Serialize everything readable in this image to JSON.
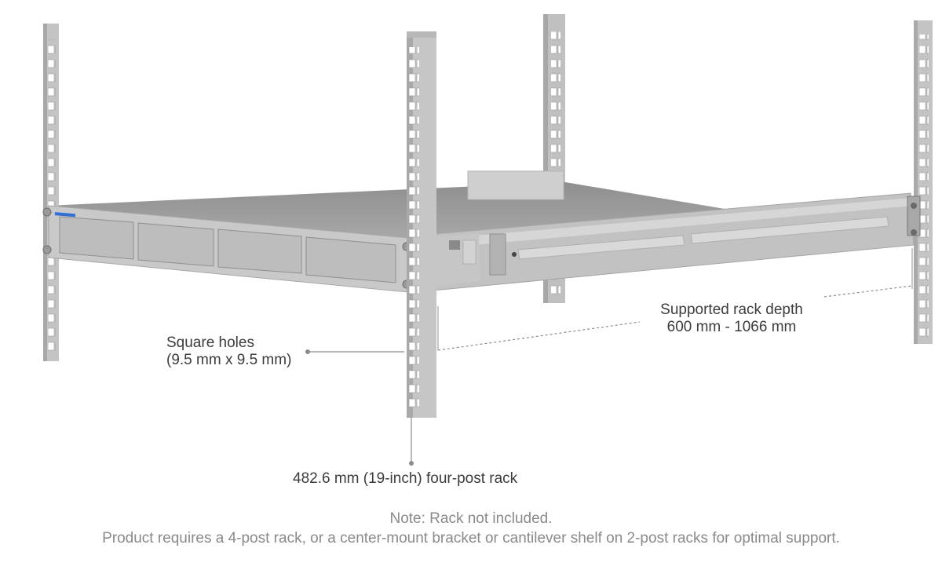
{
  "callouts": {
    "square_holes": {
      "line1": "Square holes",
      "line2": "(9.5 mm x 9.5 mm)"
    },
    "rack_depth": {
      "line1": "Supported rack depth",
      "line2": "600 mm - 1066 mm"
    },
    "rack_width": {
      "text": "482.6 mm (19-inch) four-post rack"
    }
  },
  "footer": {
    "note": "Note: Rack not included.",
    "requirement": "Product requires a 4-post rack, or a center-mount bracket or cantilever shelf on 2-post racks for optimal support."
  },
  "colors": {
    "rail": "#c4c4c4",
    "rail_shade": "#a9a9a9",
    "chassis": "#c9c9c9",
    "chassis_top": "#9e9e9e",
    "bay": "#bdbdbd",
    "accent": "#2f6fd6",
    "leader": "#8c8c8c"
  }
}
